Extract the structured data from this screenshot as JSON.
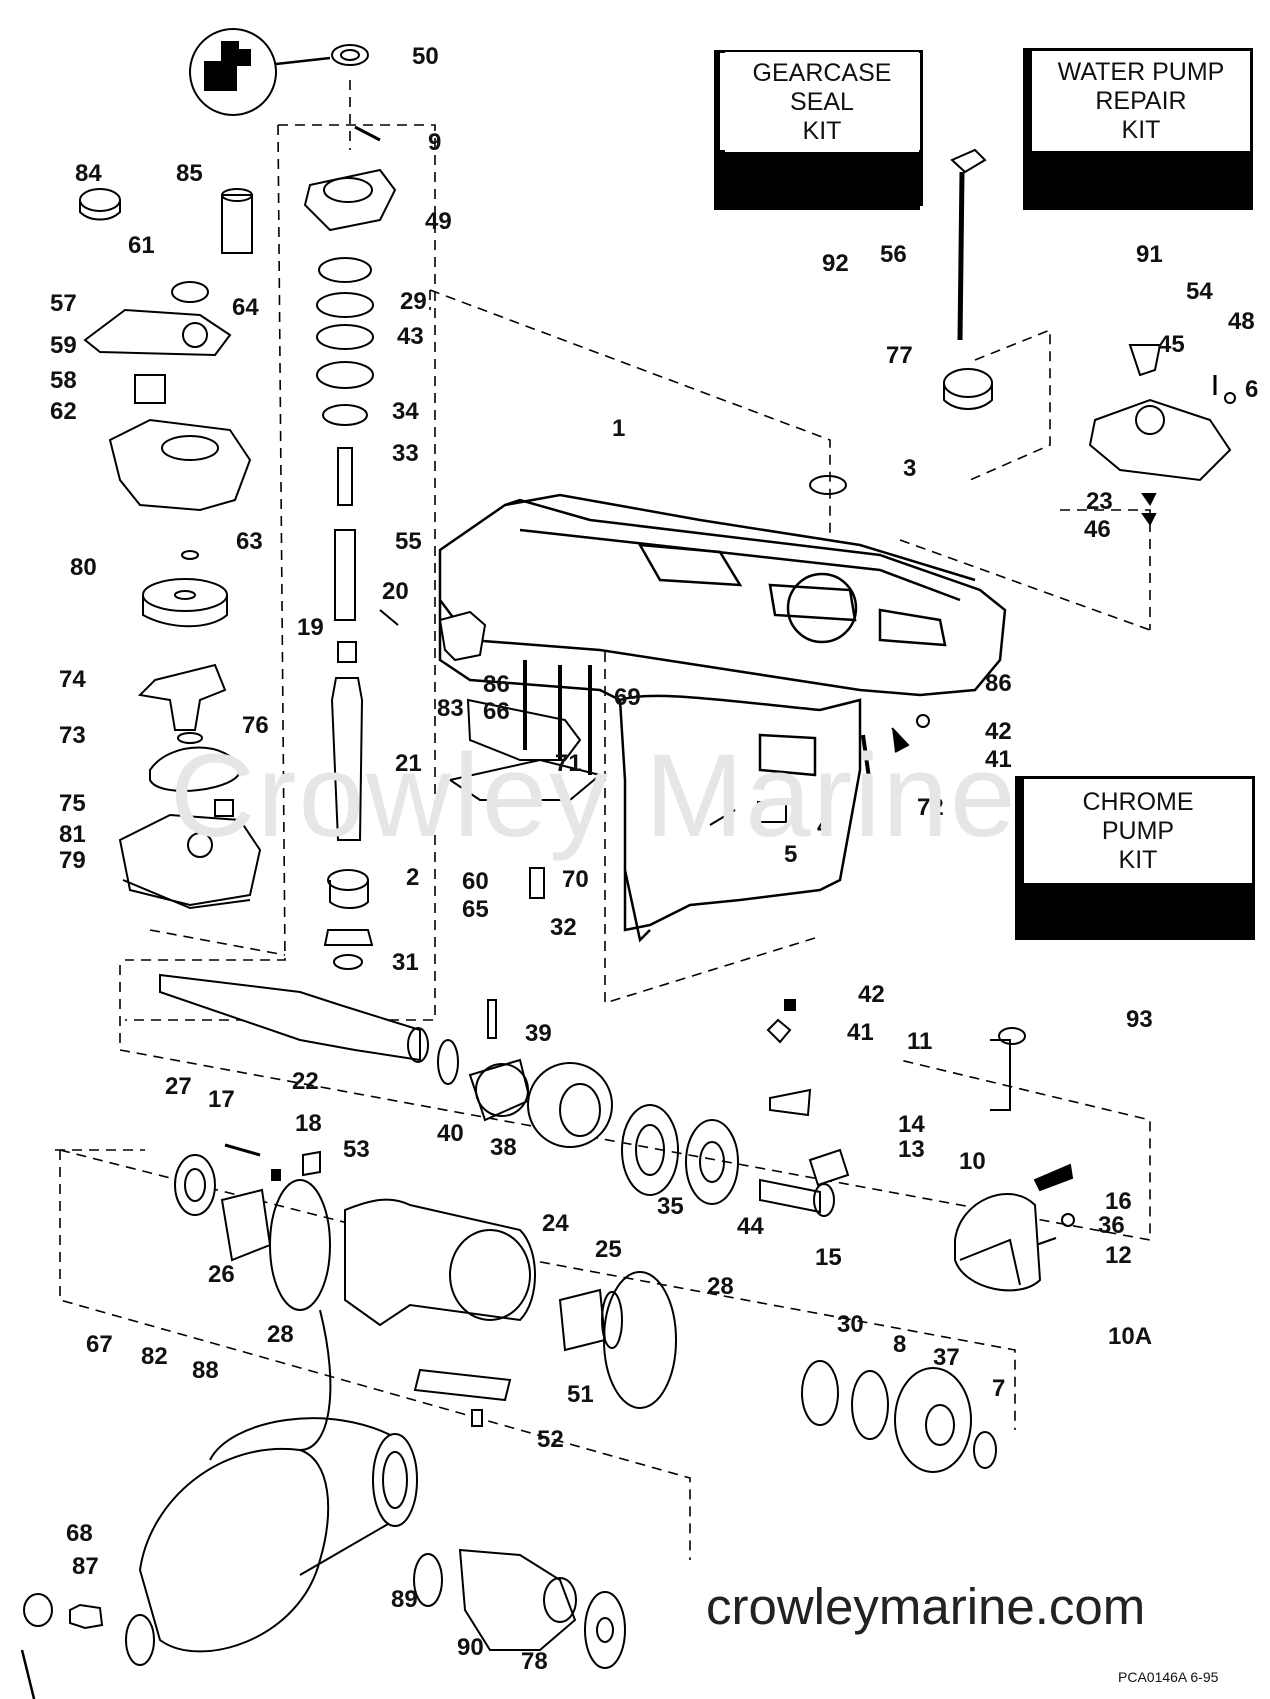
{
  "kits": [
    {
      "id": "gearcase-seal-kit",
      "label": "GEARCASE\nSEAL\nKIT",
      "ref": "92"
    },
    {
      "id": "water-pump-repair-kit",
      "label": "WATER PUMP\nREPAIR\nKIT",
      "ref": "91"
    },
    {
      "id": "chrome-pump-kit",
      "label": "CHROME\nPUMP\nKIT",
      "ref": "93"
    }
  ],
  "callouts": [
    "1",
    "2",
    "3",
    "4",
    "5",
    "6",
    "7",
    "8",
    "9",
    "10",
    "10A",
    "11",
    "12",
    "13",
    "14",
    "15",
    "16",
    "17",
    "18",
    "19",
    "20",
    "21",
    "22",
    "23",
    "24",
    "25",
    "26",
    "27",
    "28",
    "28",
    "29",
    "30",
    "31",
    "32",
    "33",
    "34",
    "35",
    "36",
    "37",
    "38",
    "39",
    "40",
    "41",
    "41",
    "42",
    "42",
    "43",
    "44",
    "45",
    "46",
    "48",
    "49",
    "50",
    "51",
    "52",
    "53",
    "54",
    "55",
    "56",
    "57",
    "58",
    "59",
    "60",
    "61",
    "62",
    "63",
    "64",
    "65",
    "66",
    "67",
    "68",
    "69",
    "70",
    "71",
    "72",
    "73",
    "74",
    "75",
    "76",
    "77",
    "78",
    "79",
    "80",
    "81",
    "82",
    "83",
    "84",
    "85",
    "86",
    "86",
    "87",
    "88",
    "89",
    "90"
  ],
  "watermark": "Crowley Marine",
  "website": "crowleymarine.com",
  "drawing_code": "PCA0146A  6-95"
}
